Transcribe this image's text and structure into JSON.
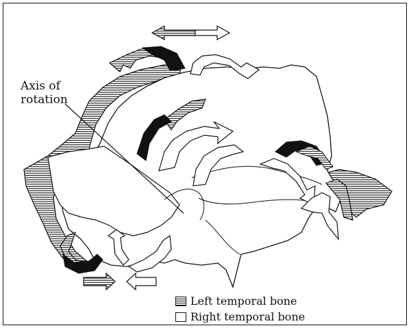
{
  "figure": {
    "axis_label_line1": "Axis of",
    "axis_label_line2": "rotation"
  },
  "legend": {
    "items": [
      {
        "label": "Left temporal bone",
        "pattern": "hatched"
      },
      {
        "label": "Right temporal bone",
        "pattern": "plain"
      }
    ]
  },
  "colors": {
    "ink": "#111111",
    "paper": "#ffffff"
  }
}
